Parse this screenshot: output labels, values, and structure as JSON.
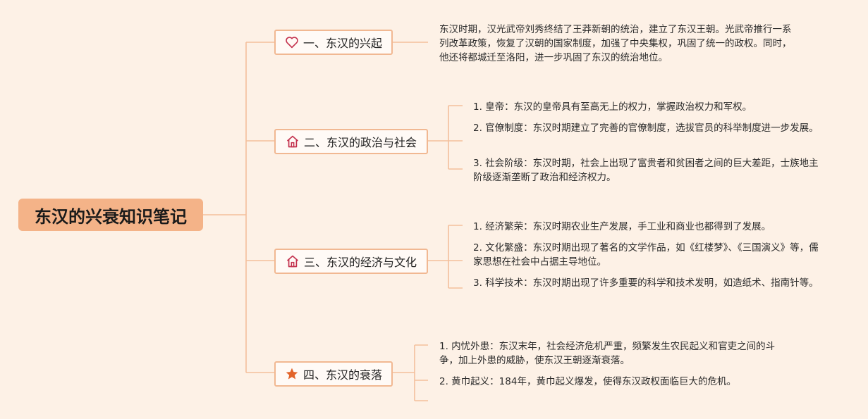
{
  "root": {
    "title": "东汉的兴衰知识笔记"
  },
  "branches": [
    {
      "label": "一、东汉的兴起",
      "icon": "heart-icon",
      "items": [
        "东汉时期，汉光武帝刘秀终结了王莽新朝的统治，建立了东汉王朝。光武帝推行一系列改革政策，恢复了汉朝的国家制度，加强了中央集权，巩固了统一的政权。同时，他还将都城迁至洛阳，进一步巩固了东汉的统治地位。"
      ]
    },
    {
      "label": "二、东汉的政治与社会",
      "icon": "home-icon",
      "items": [
        "1. 皇帝：东汉的皇帝具有至高无上的权力，掌握政治权力和军权。",
        "2. 官僚制度：东汉时期建立了完善的官僚制度，选拔官员的科举制度进一步发展。",
        "3. 社会阶级：东汉时期，社会上出现了富贵者和贫困者之间的巨大差距，士族地主阶级逐渐垄断了政治和经济权力。"
      ]
    },
    {
      "label": "三、东汉的经济与文化",
      "icon": "home-icon",
      "items": [
        "1. 经济繁荣：东汉时期农业生产发展，手工业和商业也都得到了发展。",
        "2. 文化繁盛：东汉时期出现了著名的文学作品，如《红楼梦》、《三国演义》等，儒家思想在社会中占据主导地位。",
        "3. 科学技术：东汉时期出现了许多重要的科学和技术发明，如造纸术、指南针等。"
      ]
    },
    {
      "label": "四、东汉的衰落",
      "icon": "star-icon",
      "items": [
        "1. 内忧外患：东汉末年，社会经济危机严重，频繁发生农民起义和官吏之间的斗争，加上外患的威胁，使东汉王朝逐渐衰落。",
        "2. 黄巾起义：184年，黄巾起义爆发，使得东汉政权面临巨大的危机。"
      ]
    }
  ],
  "colors": {
    "background": "#fdf1e6",
    "root_fill": "#f4b388",
    "connector": "#f3bf9c",
    "heart": "#c4334f",
    "home": "#c4334f",
    "star": "#e2642a"
  }
}
